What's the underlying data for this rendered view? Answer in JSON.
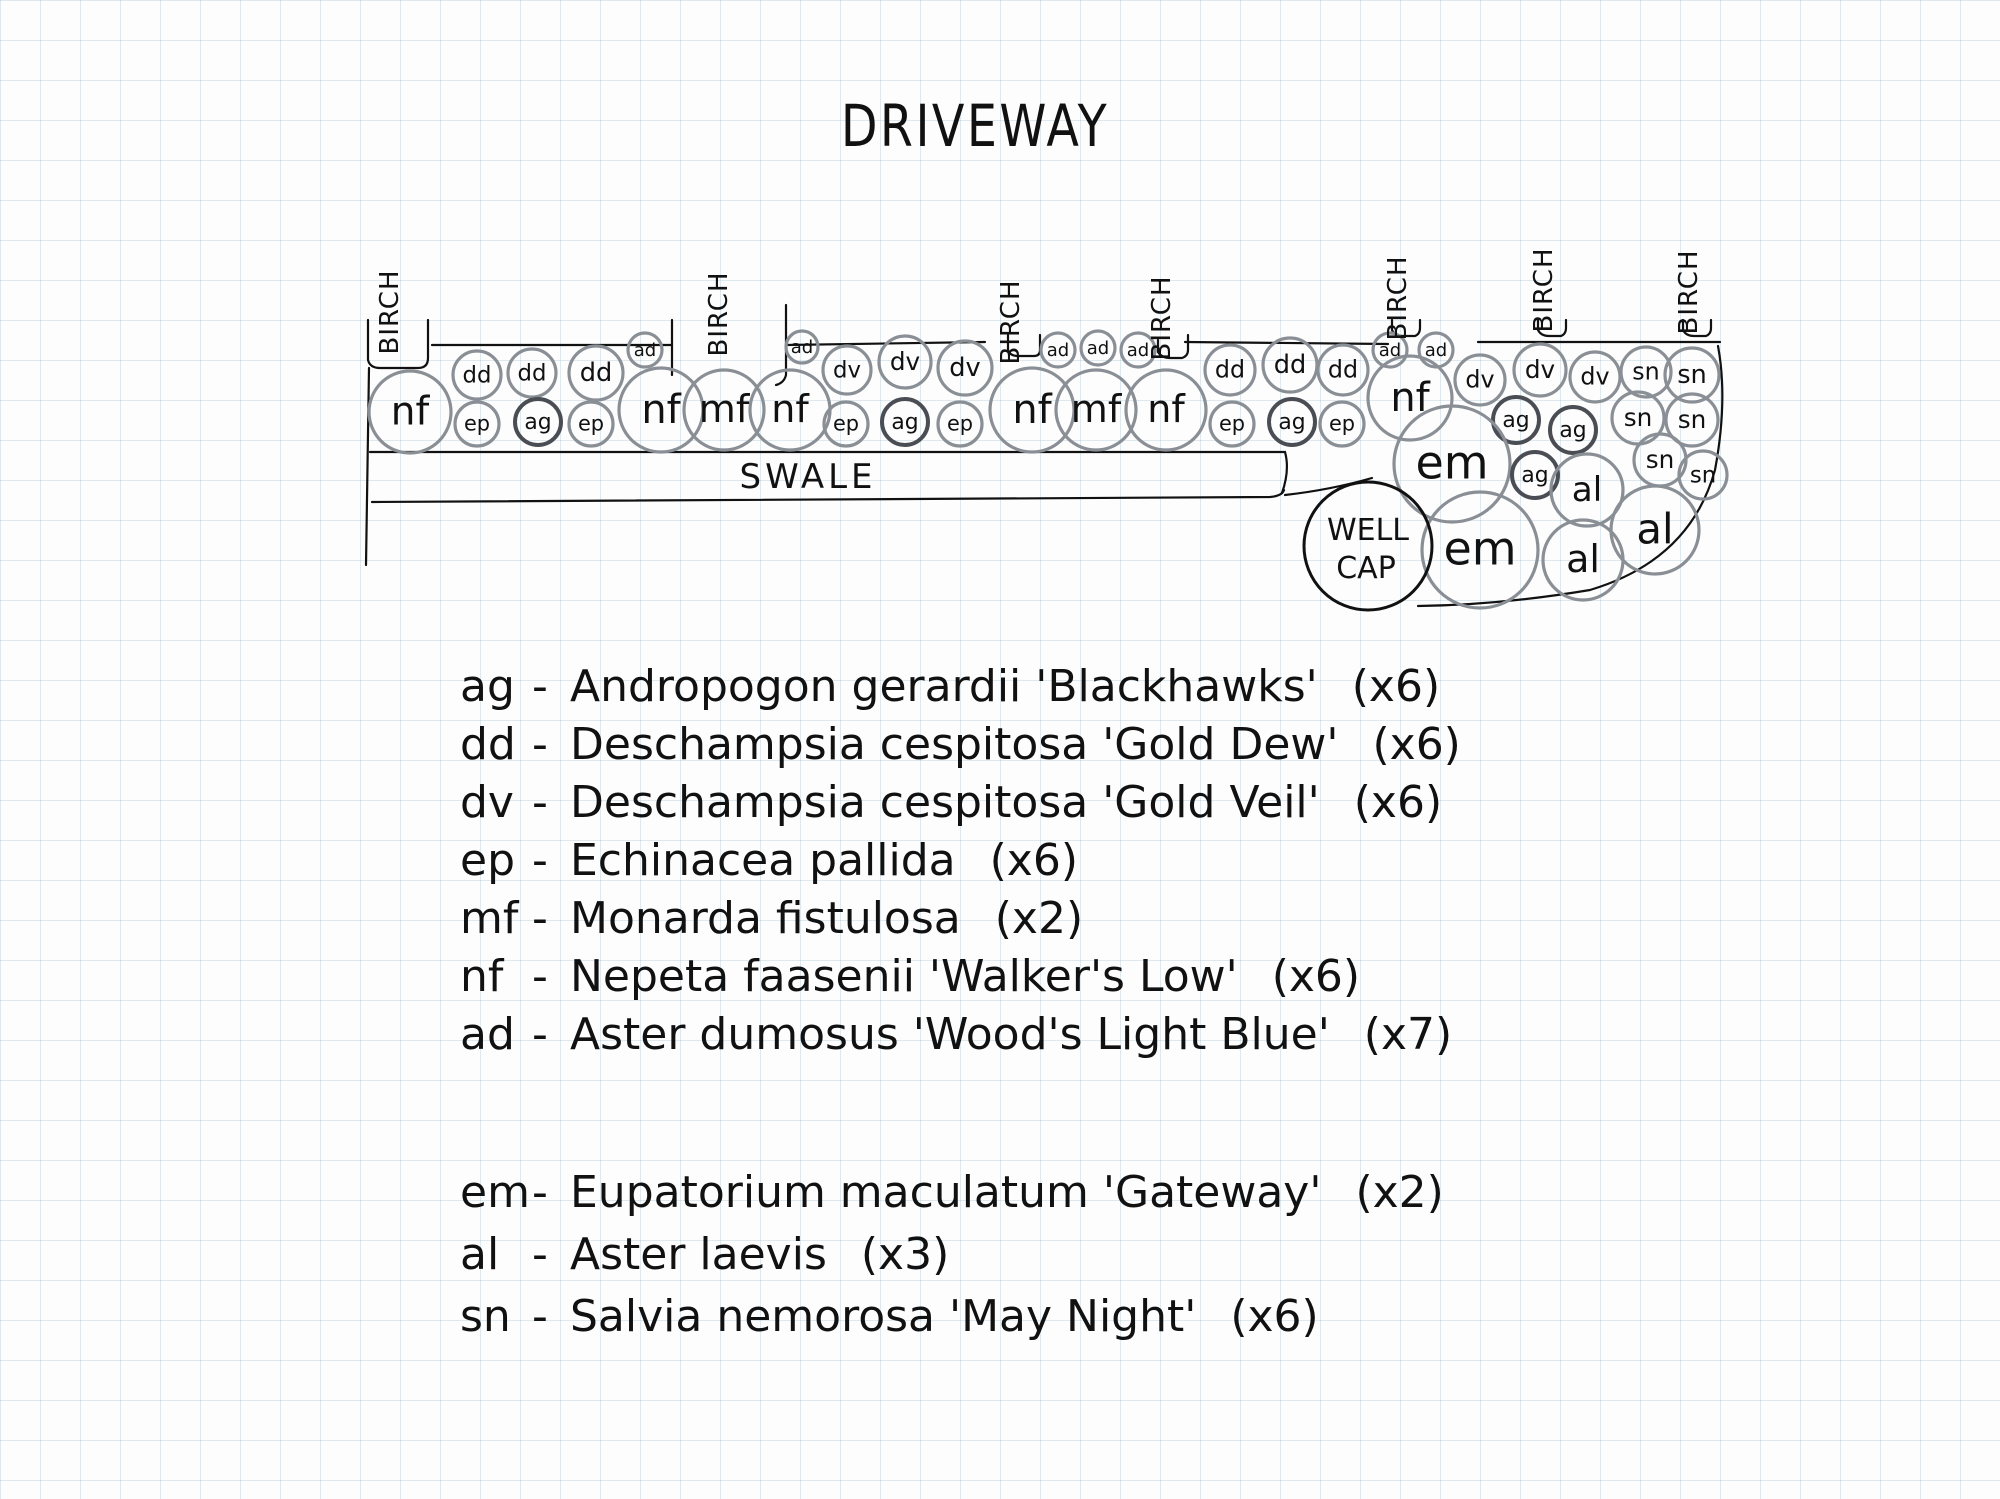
{
  "title": "DRIVEWAY",
  "labels": {
    "birch": "BIRCH",
    "swale": "SWALE",
    "well_cap_line1": "WELL",
    "well_cap_line2": "CAP"
  },
  "legend_1": [
    {
      "code": "ag",
      "name": "Andropogon gerardii 'Blackhawks'",
      "count": "(x6)"
    },
    {
      "code": "dd",
      "name": "Deschampsia cespitosa 'Gold Dew'",
      "count": "(x6)"
    },
    {
      "code": "dv",
      "name": "Deschampsia cespitosa 'Gold Veil'",
      "count": "(x6)"
    },
    {
      "code": "ep",
      "name": "Echinacea pallida",
      "count": "(x6)"
    },
    {
      "code": "mf",
      "name": "Monarda fistulosa",
      "count": "(x2)"
    },
    {
      "code": "nf",
      "name": "Nepeta faasenii 'Walker's Low'",
      "count": "(x6)"
    },
    {
      "code": "ad",
      "name": "Aster dumosus 'Wood's Light Blue'",
      "count": "(x7)"
    }
  ],
  "legend_2": [
    {
      "code": "em",
      "name": "Eupatorium maculatum 'Gateway'",
      "count": "(x2)"
    },
    {
      "code": "al",
      "name": "Aster laevis",
      "count": "(x3)"
    },
    {
      "code": "sn",
      "name": "Salvia nemorosa 'May Night'",
      "count": "(x6)"
    }
  ],
  "plants": [
    {
      "code": "nf"
    },
    {
      "code": "dd"
    },
    {
      "code": "dd"
    },
    {
      "code": "dd"
    },
    {
      "code": "ad"
    },
    {
      "code": "ep"
    },
    {
      "code": "ag"
    },
    {
      "code": "ep"
    },
    {
      "code": "nf"
    },
    {
      "code": "mf"
    },
    {
      "code": "nf"
    },
    {
      "code": "ad"
    },
    {
      "code": "dv"
    },
    {
      "code": "dv"
    },
    {
      "code": "dv"
    },
    {
      "code": "ep"
    },
    {
      "code": "ag"
    },
    {
      "code": "ep"
    },
    {
      "code": "nf"
    },
    {
      "code": "mf"
    },
    {
      "code": "nf"
    },
    {
      "code": "ad"
    },
    {
      "code": "ad"
    },
    {
      "code": "ad"
    },
    {
      "code": "dd"
    },
    {
      "code": "dd"
    },
    {
      "code": "dd"
    },
    {
      "code": "ep"
    },
    {
      "code": "ag"
    },
    {
      "code": "ep"
    },
    {
      "code": "nf"
    },
    {
      "code": "ad"
    },
    {
      "code": "ad"
    },
    {
      "code": "dv"
    },
    {
      "code": "dv"
    },
    {
      "code": "dv"
    },
    {
      "code": "sn"
    },
    {
      "code": "sn"
    },
    {
      "code": "ag"
    },
    {
      "code": "ag"
    },
    {
      "code": "sn"
    },
    {
      "code": "sn"
    },
    {
      "code": "em"
    },
    {
      "code": "ag"
    },
    {
      "code": "al"
    },
    {
      "code": "sn"
    },
    {
      "code": "sn"
    },
    {
      "code": "em"
    },
    {
      "code": "al"
    },
    {
      "code": "al"
    }
  ],
  "colors": {
    "ink": "#111111",
    "plant_outline": "#8a8f96",
    "dark_outline": "#4a4e54",
    "grid": "#96b9cd"
  }
}
